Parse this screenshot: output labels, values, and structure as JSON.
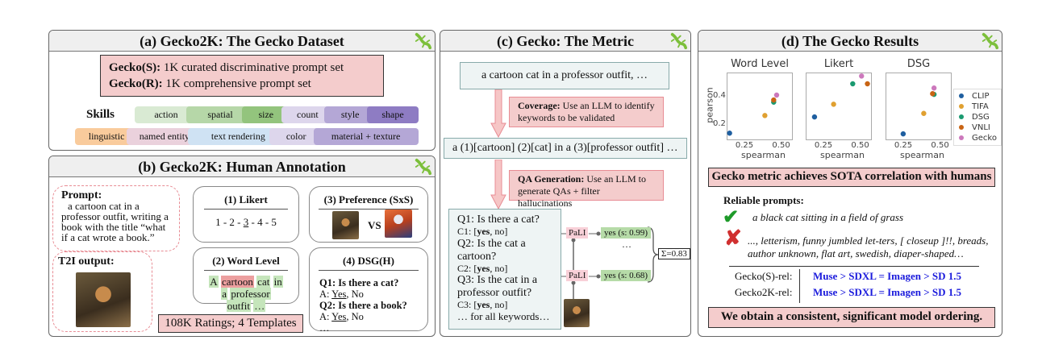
{
  "panel_a": {
    "title": "(a) Gecko2K: The Gecko Dataset",
    "sets": [
      {
        "name": "Gecko(S):",
        "desc": " 1K curated discriminative prompt set"
      },
      {
        "name": "Gecko(R):",
        "desc": " 1K comprehensive prompt set"
      }
    ],
    "skills_label": "Skills",
    "skills": [
      {
        "label": "action",
        "color": "#d9ead3"
      },
      {
        "label": "spatial",
        "color": "#b6d7a8"
      },
      {
        "label": "size",
        "color": "#93c47d"
      },
      {
        "label": "count",
        "color": "#ddd6ec"
      },
      {
        "label": "style",
        "color": "#b4a7d6"
      },
      {
        "label": "shape",
        "color": "#8e7cc3"
      },
      {
        "label": "linguistic",
        "color": "#f9cb9c"
      },
      {
        "label": "named entity",
        "color": "#ead1dc"
      },
      {
        "label": "text rendering",
        "color": "#cfe2f3"
      },
      {
        "label": "color",
        "color": "#ddd6ec"
      },
      {
        "label": "material + texture",
        "color": "#b4a7d6"
      }
    ]
  },
  "panel_b": {
    "title": "(b) Gecko2K: Human Annotation",
    "prompt_label": "Prompt:",
    "prompt_text": "a cartoon cat in a professor outfit, writing a book with the title “what if a cat wrote a book.”",
    "output_label": "T2I output:",
    "likert": {
      "title": "(1) Likert",
      "pre": "1 - 2 - ",
      "sel": "3",
      "post": " - 4 - 5"
    },
    "word_level": {
      "title": "(2) Word Level",
      "words": [
        {
          "w": "A",
          "ok": true
        },
        {
          "w": "cartoon",
          "ok": false
        },
        {
          "w": "cat",
          "ok": true
        },
        {
          "w": "in",
          "ok": true
        },
        {
          "w": "a",
          "ok": true
        },
        {
          "w": "professor",
          "ok": true
        },
        {
          "w": "outfit",
          "ok": true
        },
        {
          "w": "…",
          "ok": true
        }
      ]
    },
    "preference": {
      "title": "(3) Preference (SxS)",
      "vs": "VS"
    },
    "dsg": {
      "title": "(4) DSG(H)",
      "q1": "Q1: Is there a cat?",
      "a1_yes": "Yes",
      "a1_rest": ", No",
      "a_prefix": "A: ",
      "q2": "Q2: Is there a book?",
      "a2_yes": "Yes",
      "a2_rest": ", No",
      "more": "…"
    },
    "footer": "108K Ratings; 4 Templates"
  },
  "panel_c": {
    "title": "(c) Gecko: The Metric",
    "prompt": "a cartoon cat in a professor outfit, …",
    "coverage_label": "Coverage:",
    "coverage_text": " Use an LLM to identify keywords to be validated",
    "keywords": "a (1)[cartoon] (2)[cat] in a (3)[professor outfit] …",
    "qa_label": "QA Generation:",
    "qa_text": " Use an LLM to generate QAs + filter hallucinations",
    "qas": [
      {
        "q": "Q1: Is there a cat?",
        "c": "C1: [",
        "yes": "yes",
        "rest": ", no]"
      },
      {
        "q": "Q2: Is the cat a cartoon?",
        "c": "C2: [",
        "yes": "yes",
        "rest": ", no]"
      },
      {
        "q": "Q3: Is the cat in a professor outfit?",
        "c": "C3: [",
        "yes": "yes",
        "rest": ", no]"
      }
    ],
    "qa_more": "… for all keywords…",
    "vqa_model": "PaLI",
    "ans1": "yes (s: 0.99)",
    "ans2": "yes (s: 0.68)",
    "dots": "…",
    "sum": "Σ=0.83"
  },
  "panel_d": {
    "title": "(d) The Gecko Results",
    "headline": "Gecko metric achieves SOTA correlation with humans",
    "reliable_label": "Reliable prompts:",
    "good_prompt": "a black cat sitting in a field of grass",
    "bad_prompt": "..., letterism, funny jumbled let-ters, [ closeup ]!!, breads, author unknown, flat art, swedish, diaper-shaped…",
    "orderings": [
      {
        "label": "Gecko(S)-rel:",
        "order": "Muse > SDXL = Imagen > SD 1.5"
      },
      {
        "label": "Gecko2K-rel:",
        "order": "Muse > SDXL = Imagen > SD 1.5"
      }
    ],
    "conclusion": "We obtain a consistent, significant model ordering."
  },
  "chart_data": {
    "type": "scatter",
    "xlabel": "spearman",
    "ylabel": "pearson",
    "xlim": [
      0.13,
      0.58
    ],
    "ylim": [
      0.09,
      0.57
    ],
    "xticks": [
      "0.25",
      "0.50"
    ],
    "yticks": [
      "0.2",
      "0.4"
    ],
    "legend_position": "right",
    "series_colors": {
      "CLIP": "#1f5fa0",
      "TIFA": "#e0a030",
      "DSG": "#1a9a70",
      "VNLI": "#c86414",
      "Gecko": "#cc78bc"
    },
    "legend": [
      "CLIP",
      "TIFA",
      "DSG",
      "VNLI",
      "Gecko"
    ],
    "subplots": [
      {
        "title": "Word Level",
        "points": {
          "CLIP": [
            0.15,
            0.14
          ],
          "TIFA": [
            0.39,
            0.265
          ],
          "DSG": [
            0.45,
            0.36
          ],
          "VNLI": [
            0.45,
            0.375
          ],
          "Gecko": [
            0.47,
            0.41
          ]
        }
      },
      {
        "title": "Likert",
        "points": {
          "CLIP": [
            0.19,
            0.255
          ],
          "TIFA": [
            0.32,
            0.345
          ],
          "DSG": [
            0.45,
            0.49
          ],
          "VNLI": [
            0.55,
            0.49
          ],
          "Gecko": [
            0.51,
            0.545
          ]
        }
      },
      {
        "title": "DSG",
        "points": {
          "CLIP": [
            0.25,
            0.135
          ],
          "TIFA": [
            0.39,
            0.28
          ],
          "DSG": [
            0.46,
            0.415
          ],
          "VNLI": [
            0.45,
            0.42
          ],
          "Gecko": [
            0.46,
            0.46
          ]
        }
      }
    ]
  }
}
